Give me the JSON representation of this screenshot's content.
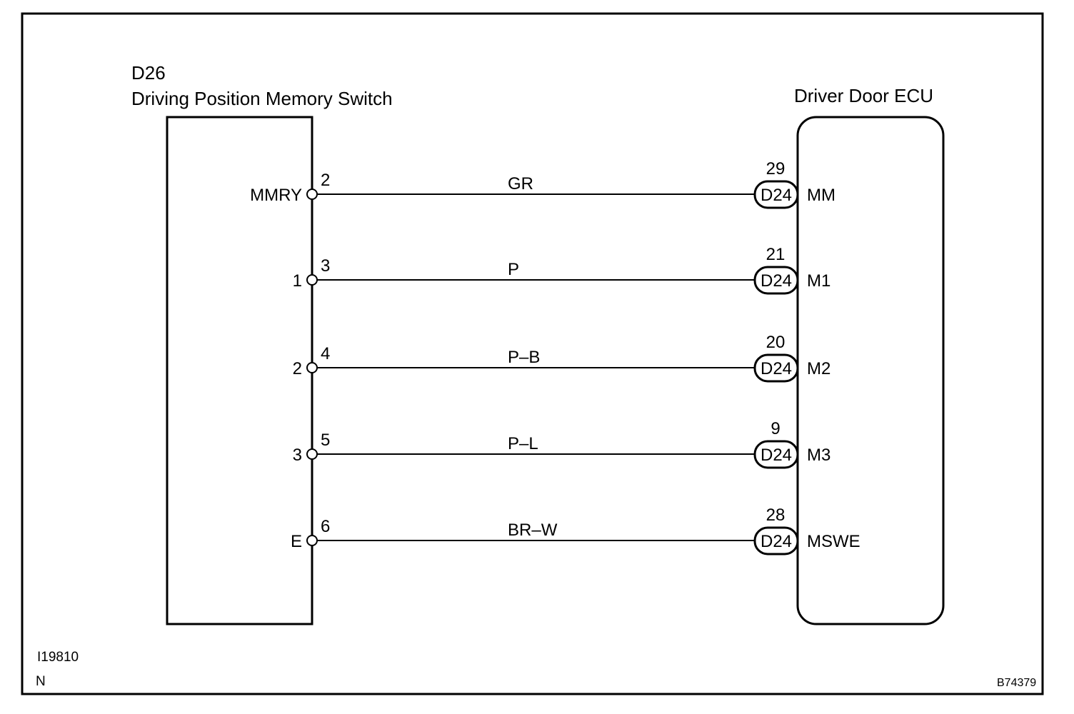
{
  "switch": {
    "code": "D26",
    "name": "Driving Position Memory Switch"
  },
  "ecu": {
    "name": "Driver Door ECU"
  },
  "connections": [
    {
      "switch_terminal": "MMRY",
      "switch_pin": "2",
      "wire_color": "GR",
      "ecu_pin": "29",
      "ecu_connector": "D24",
      "ecu_terminal": "MM"
    },
    {
      "switch_terminal": "1",
      "switch_pin": "3",
      "wire_color": "P",
      "ecu_pin": "21",
      "ecu_connector": "D24",
      "ecu_terminal": "M1"
    },
    {
      "switch_terminal": "2",
      "switch_pin": "4",
      "wire_color": "P–B",
      "ecu_pin": "20",
      "ecu_connector": "D24",
      "ecu_terminal": "M2"
    },
    {
      "switch_terminal": "3",
      "switch_pin": "5",
      "wire_color": "P–L",
      "ecu_pin": "9",
      "ecu_connector": "D24",
      "ecu_terminal": "M3"
    },
    {
      "switch_terminal": "E",
      "switch_pin": "6",
      "wire_color": "BR–W",
      "ecu_pin": "28",
      "ecu_connector": "D24",
      "ecu_terminal": "MSWE"
    }
  ],
  "footer": {
    "ref_left": "I19810",
    "ref_left_2": "N",
    "ref_right": "B74379"
  }
}
